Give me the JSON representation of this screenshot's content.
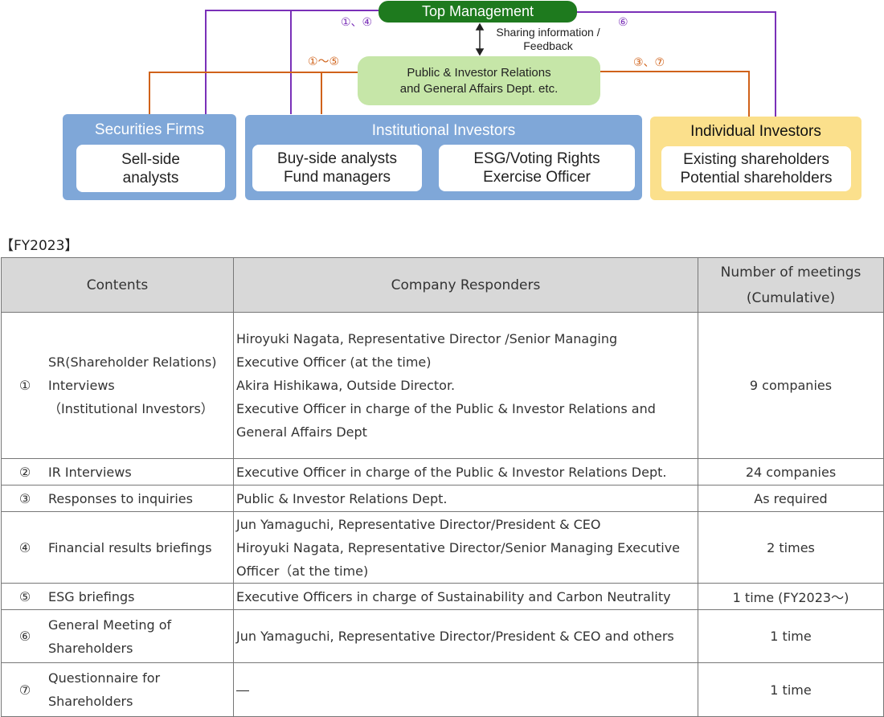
{
  "diagram": {
    "top_management": "Top Management",
    "sharing_line1": "Sharing information /",
    "sharing_line2": "Feedback",
    "pir_line1": "Public & Investor Relations",
    "pir_line2": "and  General Affairs Dept.  etc.",
    "label_1_4": "①、④",
    "label_6": "⑥",
    "label_1_5": "①〜⑤",
    "label_3_7": "③、⑦",
    "securities_title": "Securities Firms",
    "sellside_line1": "Sell-side",
    "sellside_line2": "analysts",
    "institutional_title": "Institutional Investors",
    "buyside_line1": "Buy-side analysts",
    "buyside_line2": "Fund managers",
    "esg_line1": "ESG/Voting Rights",
    "esg_line2": "Exercise Officer",
    "individual_title": "Individual Investors",
    "existing_line1": "Existing shareholders",
    "existing_line2": "Potential shareholders",
    "colors": {
      "purple": "#7a30b8",
      "orange": "#d0621a",
      "green": "#1e7a1e",
      "blue": "#7fa7d8",
      "yellow": "#fbe08c",
      "light_green": "#c6e6a8"
    }
  },
  "fy_label": "【FY2023】",
  "table": {
    "headers": {
      "contents": "Contents",
      "responders": "Company Responders",
      "meetings_line1": "Number of meetings",
      "meetings_line2": "(Cumulative)"
    },
    "rows": [
      {
        "num": "①",
        "contents": [
          "SR(Shareholder Relations)",
          "Interviews",
          "（Institutional Investors）"
        ],
        "responders": [
          "Hiroyuki Nagata, Representative Director  /Senior Managing",
          "Executive Officer (at the time)",
          "Akira Hishikawa, Outside Director.",
          "Executive Officer  in charge of the Public & Investor Relations and",
          "General Affairs Dept"
        ],
        "meetings": "9 companies"
      },
      {
        "num": "②",
        "contents": [
          "IR Interviews"
        ],
        "responders": [
          "Executive Officer  in charge of the Public & Investor Relations Dept."
        ],
        "meetings": "24 companies"
      },
      {
        "num": "③",
        "contents": [
          "Responses to inquiries"
        ],
        "responders": [
          "Public & Investor Relations Dept."
        ],
        "meetings": "As required"
      },
      {
        "num": "④",
        "contents": [
          "Financial results briefings"
        ],
        "responders": [
          "Jun Yamaguchi, Representative Director/President & CEO",
          "Hiroyuki Nagata, Representative Director/Senior Managing Executive",
          "Officer（at the time)"
        ],
        "meetings": "2 times"
      },
      {
        "num": "⑤",
        "contents": [
          "ESG briefings"
        ],
        "responders": [
          "Executive Officers in charge of Sustainability and Carbon Neutrality"
        ],
        "meetings": "1  time (FY2023〜)"
      },
      {
        "num": "⑥",
        "contents": [
          "General Meeting of",
          "Shareholders"
        ],
        "responders": [
          "Jun Yamaguchi, Representative Director/President & CEO and others"
        ],
        "meetings": "1  time"
      },
      {
        "num": "⑦",
        "contents": [
          "Questionnaire for",
          "Shareholders"
        ],
        "responders": [
          "―"
        ],
        "meetings": "1  time"
      }
    ]
  }
}
